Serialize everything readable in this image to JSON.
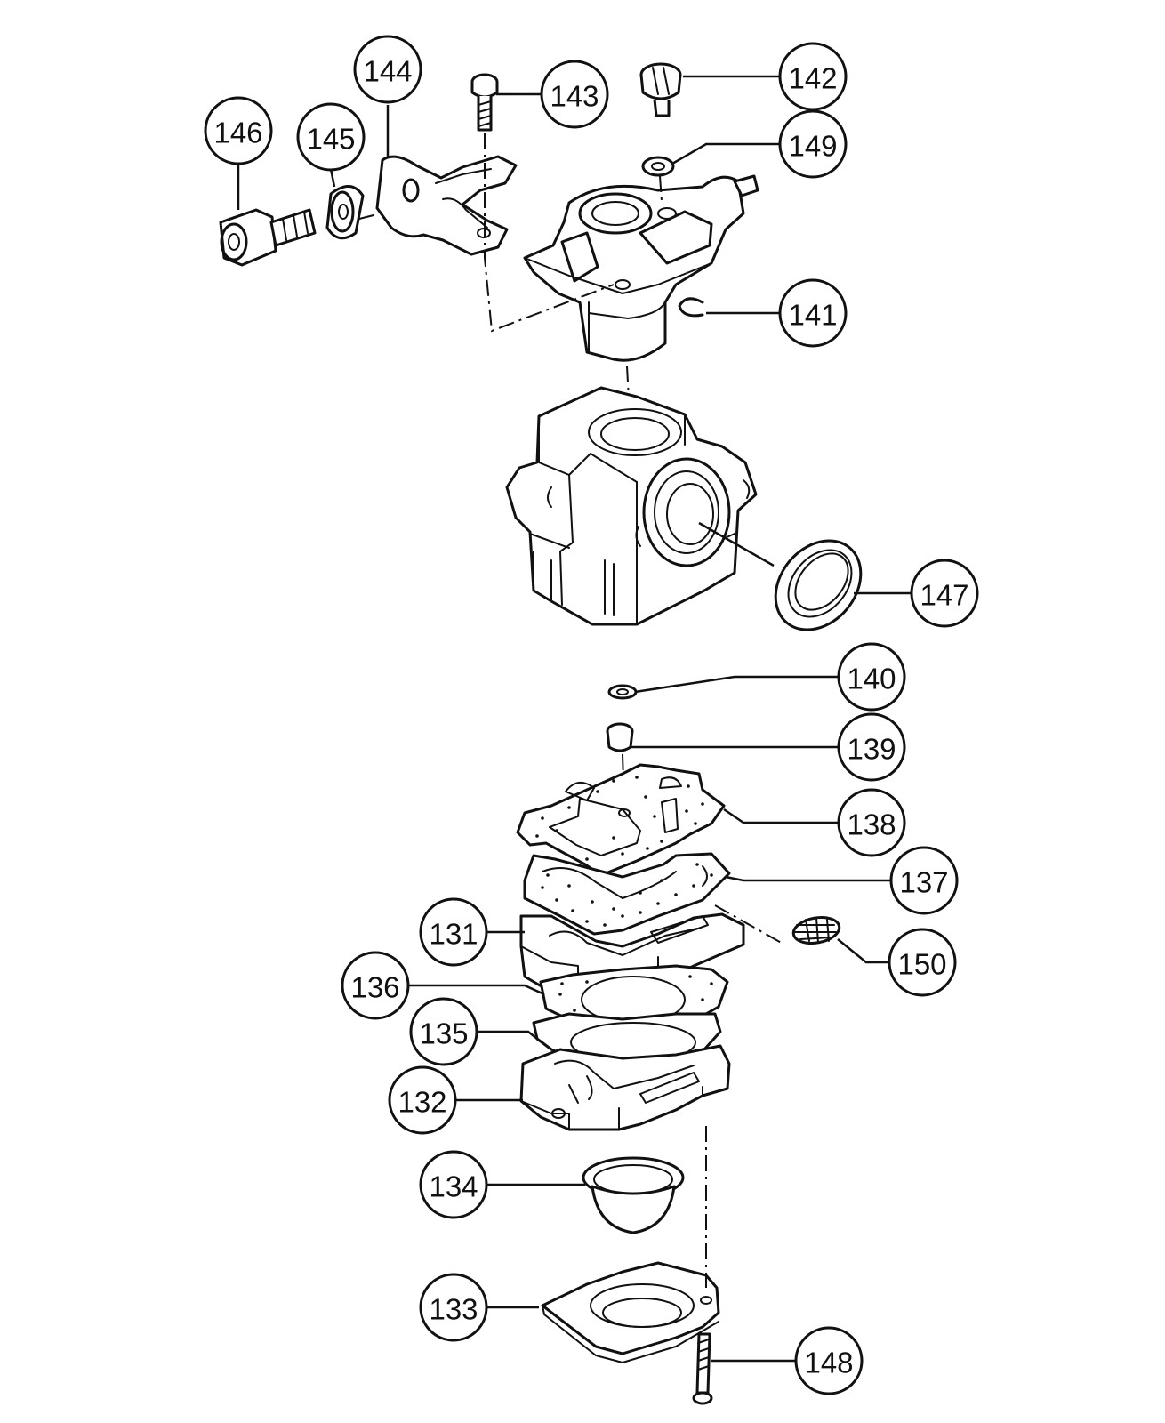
{
  "diagram": {
    "type": "exploded-parts-diagram",
    "line_color": "#111111",
    "background": "#ffffff",
    "callouts": [
      "131",
      "132",
      "133",
      "134",
      "135",
      "136",
      "137",
      "138",
      "139",
      "140",
      "141",
      "142",
      "143",
      "144",
      "145",
      "146",
      "147",
      "148",
      "149",
      "150"
    ]
  }
}
